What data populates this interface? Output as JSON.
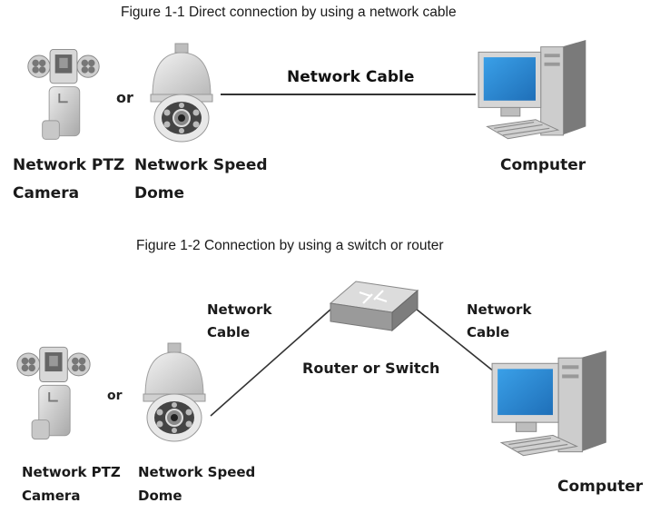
{
  "figure1": {
    "caption": "Figure 1-1 Direct connection by using a network cable",
    "cable_label": "Network Cable",
    "or_label": "or",
    "ptz_label_line1": "Network PTZ",
    "ptz_label_line2": "Camera",
    "dome_label_line1": "Network Speed",
    "dome_label_line2": "Dome",
    "computer_label": "Computer"
  },
  "figure2": {
    "caption": "Figure 1-2 Connection by using a switch or router",
    "left_cable_line1": "Network",
    "left_cable_line2": "Cable",
    "right_cable_line1": "Network",
    "right_cable_line2": "Cable",
    "router_label": "Router or Switch",
    "or_label": "or",
    "ptz_label_line1": "Network PTZ",
    "ptz_label_line2": "Camera",
    "dome_label_line1": "Network Speed",
    "dome_label_line2": "Dome",
    "computer_label": "Computer"
  },
  "icons": {
    "ptz_camera": "ptz-camera-icon",
    "speed_dome": "speed-dome-icon",
    "computer": "computer-icon",
    "router": "router-switch-icon"
  },
  "colors": {
    "device_gray": "#cfcfcf",
    "screen_blue": "#2f8fd8",
    "cable": "#333333"
  }
}
